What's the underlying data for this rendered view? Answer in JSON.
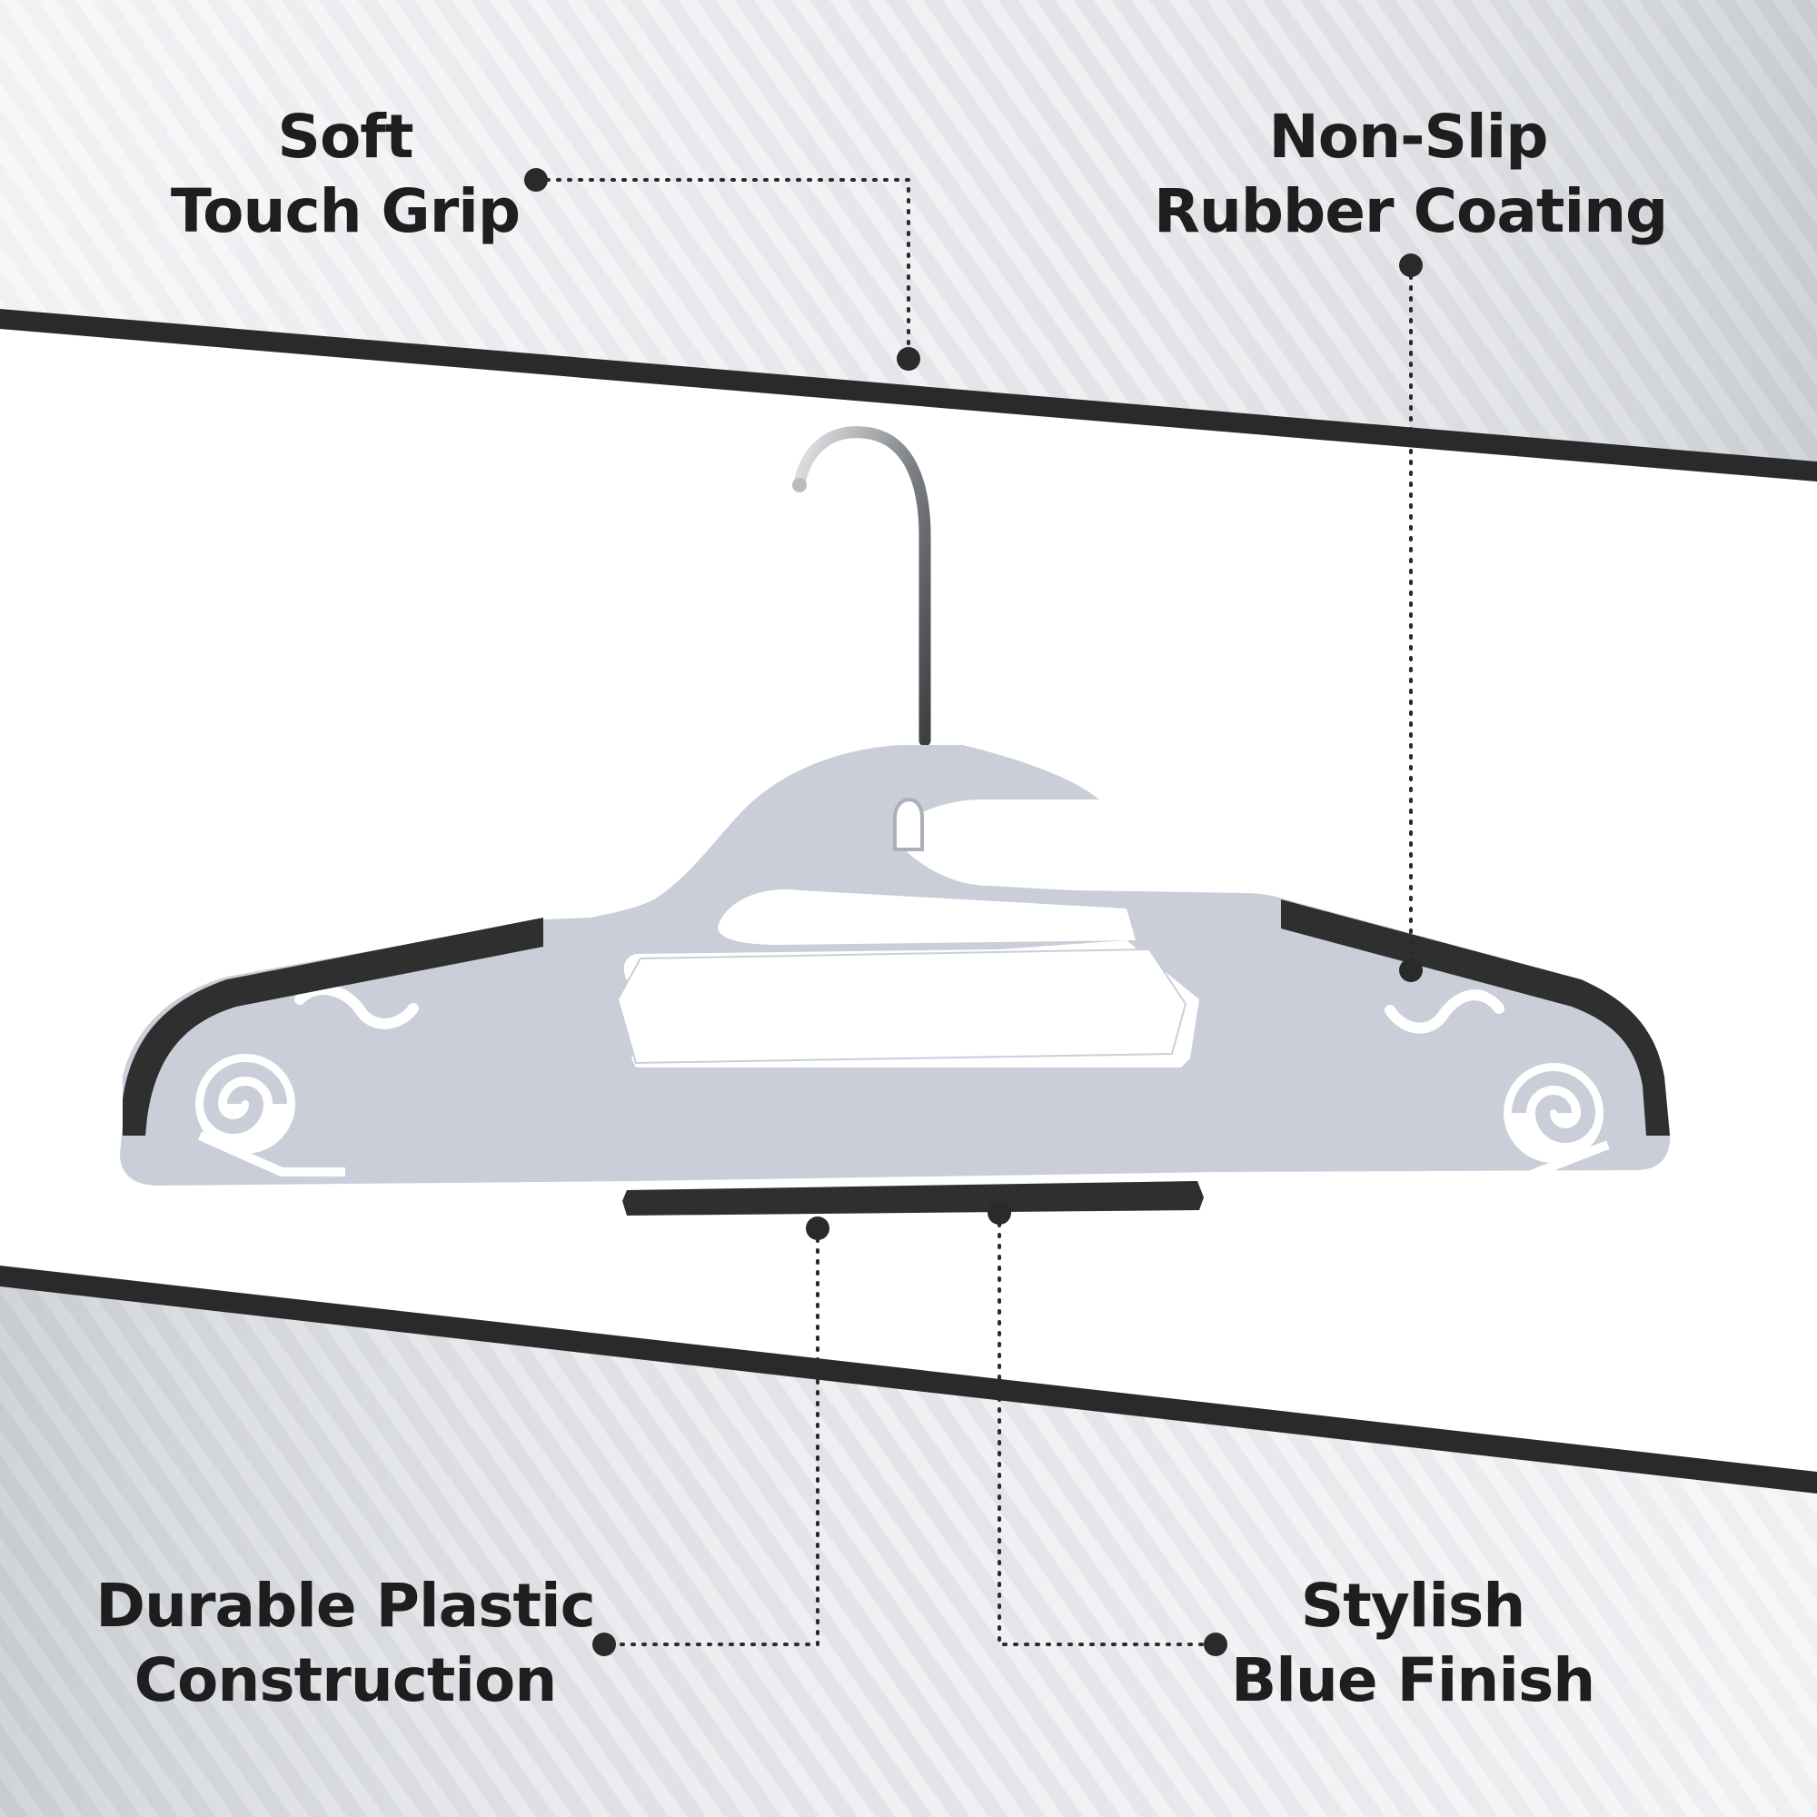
{
  "callouts": {
    "soft_touch_grip": {
      "line1": "Soft",
      "line2": "Touch Grip"
    },
    "non_slip_coating": {
      "line1": "Non-Slip",
      "line2": "Rubber Coating"
    },
    "durable_plastic": {
      "line1": "Durable Plastic",
      "line2": "Construction"
    },
    "stylish_finish": {
      "line1": "Stylish",
      "line2": "Blue Finish"
    }
  },
  "colors": {
    "band_dark": "#2b2a2a",
    "stripe_bg": "#dcdee2",
    "hanger_body": "#c9ced8",
    "rubber": "#2f2f2f",
    "hook_metal": "#8c8f94",
    "text": "#1e1e1e"
  }
}
